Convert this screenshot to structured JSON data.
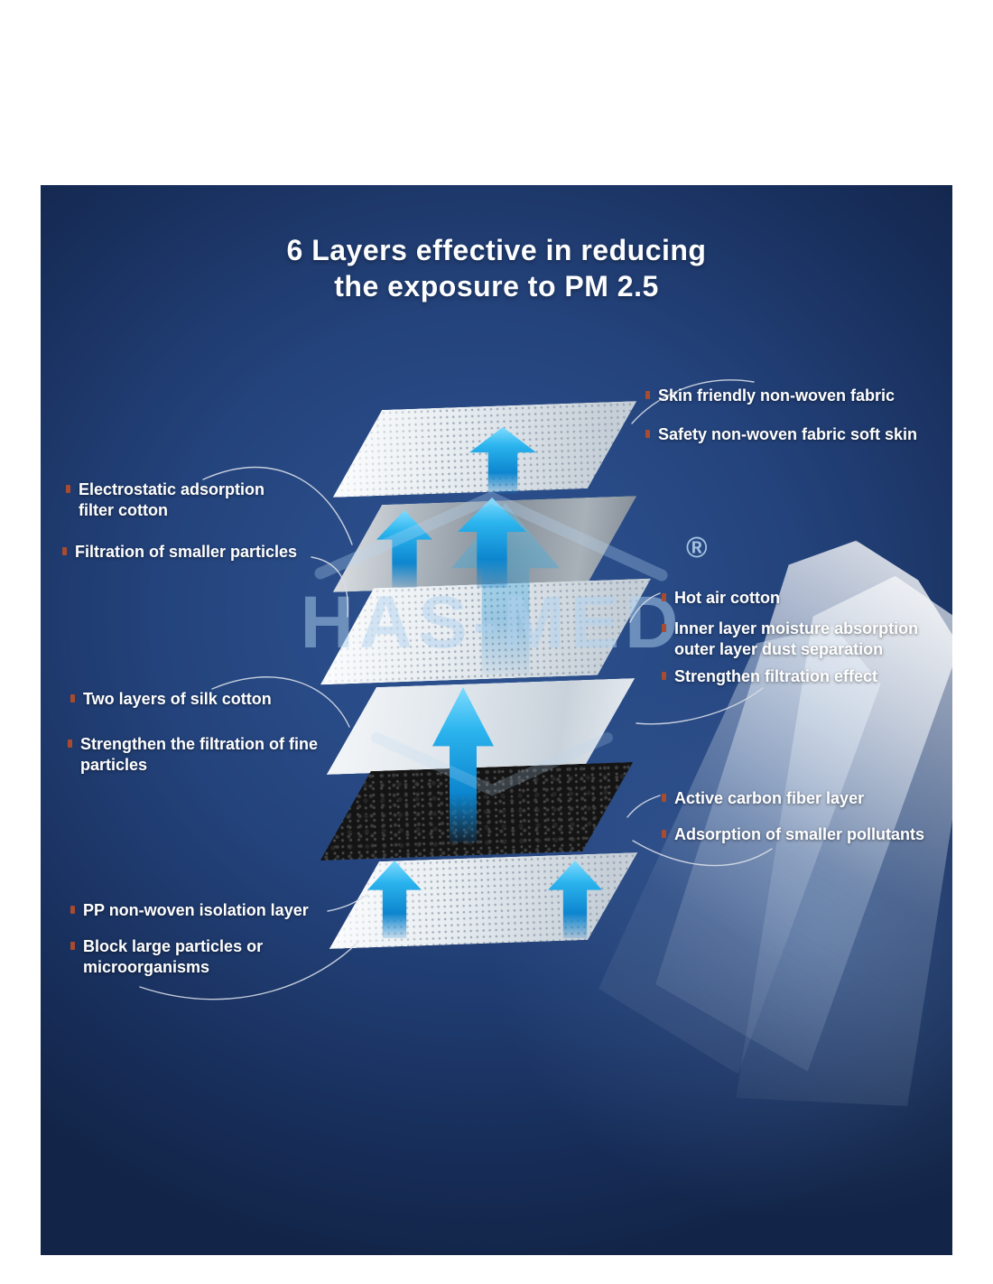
{
  "title": {
    "line1": "6 Layers effective in reducing",
    "line2": "the exposure to PM 2.5"
  },
  "watermark": {
    "brand": "HAS-MED",
    "registered_mark": "®"
  },
  "layers": [
    {
      "name": "skin-friendly-non-woven-fabric",
      "texture": "dotted-white"
    },
    {
      "name": "electrostatic-adsorption-filter-cotton",
      "texture": "gray-fiber"
    },
    {
      "name": "hot-air-cotton",
      "texture": "dotted-white"
    },
    {
      "name": "silk-cotton",
      "texture": "smooth-white"
    },
    {
      "name": "active-carbon-fiber",
      "texture": "black-granular"
    },
    {
      "name": "pp-non-woven-isolation",
      "texture": "dotted-white"
    }
  ],
  "annotations": {
    "left": [
      {
        "label": "Electrostatic adsorption filter cotton"
      },
      {
        "label": "Filtration of smaller particles"
      },
      {
        "label": "Two layers of silk cotton"
      },
      {
        "label": "Strengthen the filtration of fine particles"
      },
      {
        "label": "PP non-woven isolation layer"
      },
      {
        "label": "Block large particles or microorganisms"
      }
    ],
    "right": [
      {
        "label": "Skin friendly non-woven fabric"
      },
      {
        "label": "Safety non-woven fabric soft skin"
      },
      {
        "label": "Hot air cotton"
      },
      {
        "label": "Inner layer moisture absorption outer layer dust separation"
      },
      {
        "label": "Strengthen filtration effect"
      },
      {
        "label": "Active carbon fiber layer"
      },
      {
        "label": "Adsorption of smaller pollutants"
      }
    ]
  },
  "colors": {
    "panel_background_center": "#2e5493",
    "panel_background_edge": "#122447",
    "arrow_blue": "#1ba6ea",
    "bullet": "#a84b2f",
    "text": "#ffffff",
    "watermark": "#b0d2f0"
  }
}
